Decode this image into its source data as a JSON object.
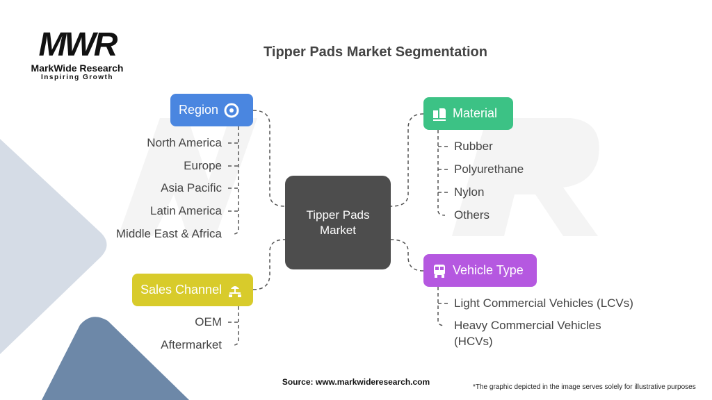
{
  "logo": {
    "mark": "MWR",
    "name": "MarkWide Research",
    "tagline": "Inspiring Growth"
  },
  "title": "Tipper Pads Market Segmentation",
  "center": {
    "line1": "Tipper Pads",
    "line2": "Market"
  },
  "segments": {
    "region": {
      "label": "Region",
      "icon": "globe-icon",
      "color": "#4a86e0",
      "items": [
        "North America",
        "Europe",
        "Asia Pacific",
        "Latin America",
        "Middle East & Africa"
      ]
    },
    "material": {
      "label": "Material",
      "icon": "material-icon",
      "color": "#3cc285",
      "items": [
        "Rubber",
        "Polyurethane",
        "Nylon",
        "Others"
      ]
    },
    "sales_channel": {
      "label": "Sales Channel",
      "icon": "network-icon",
      "color": "#d8cb2b",
      "items": [
        "OEM",
        "Aftermarket"
      ]
    },
    "vehicle_type": {
      "label": "Vehicle Type",
      "icon": "bus-icon",
      "color": "#b558e0",
      "items": [
        "Light Commercial Vehicles (LCVs)",
        "Heavy Commercial Vehicles",
        "(HCVs)"
      ]
    }
  },
  "footer": {
    "source": "Source: www.markwideresearch.com",
    "disclaimer": "*The graphic depicted in the image serves solely for illustrative purposes"
  }
}
